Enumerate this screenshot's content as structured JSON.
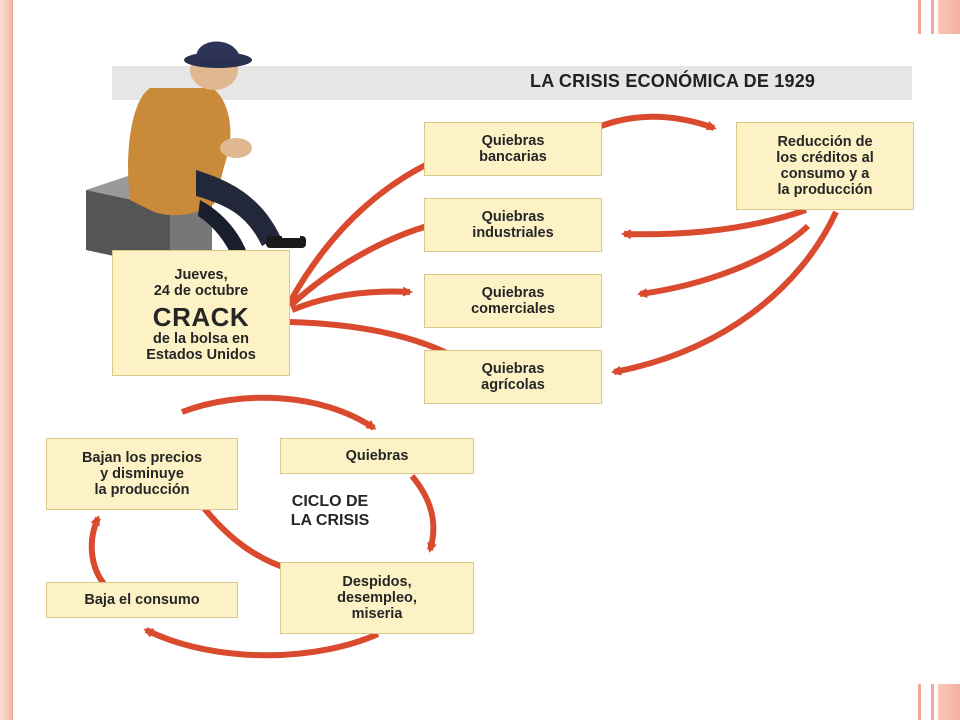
{
  "title": "LA CRISIS ECONÓMICA DE 1929",
  "crack": {
    "date": "Jueves,\n24 de octubre",
    "word": "CRACK",
    "sub": "de la bolsa en\nEstados Unidos"
  },
  "quiebras": {
    "bancarias": "Quiebras\nbancarias",
    "industriales": "Quiebras\nindustriales",
    "comerciales": "Quiebras\ncomerciales",
    "agricolas": "Quiebras\nagrícolas"
  },
  "reduccion": "Reducción de\nlos créditos al\nconsumo y a\nla producción",
  "cycle": {
    "label": "CICLO DE\nLA CRISIS",
    "quiebras": "Quiebras",
    "bajan_precios": "Bajan los precios\ny disminuye\nla producción",
    "despidos": "Despidos,\ndesempleo,\nmiseria",
    "baja_consumo": "Baja el consumo"
  },
  "colors": {
    "box_fill": "#fcf2c6",
    "arrow": "#d94a2e",
    "title_band": "#e6e6e6"
  }
}
